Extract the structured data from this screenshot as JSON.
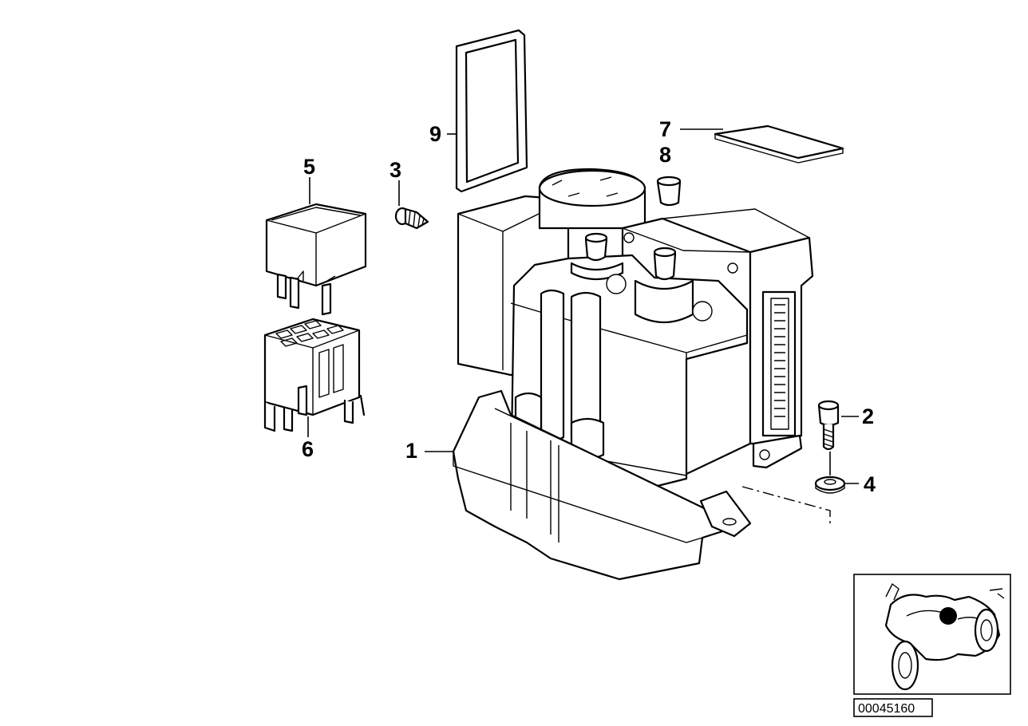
{
  "diagram": {
    "callouts": {
      "c1": "1",
      "c2": "2",
      "c3": "3",
      "c4": "4",
      "c5": "5",
      "c6": "6",
      "c7": "7",
      "c8": "8",
      "c9": "9"
    },
    "diagram_id": "00045160",
    "locator_icon": "motorcycle-locator-icon"
  }
}
